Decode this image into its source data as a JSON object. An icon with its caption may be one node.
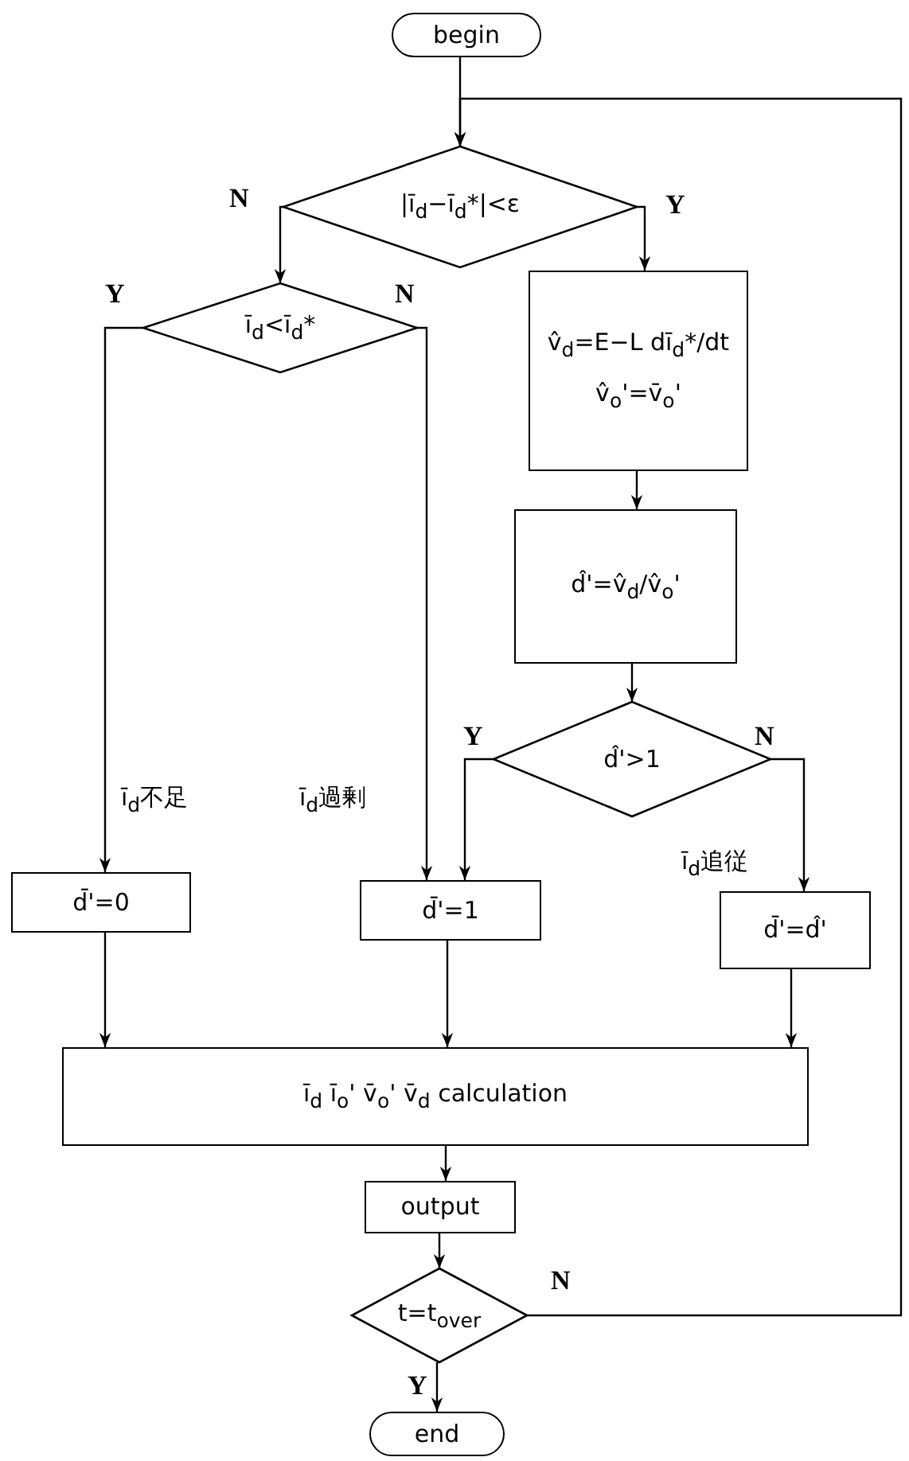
{
  "diagram": {
    "nodes": [
      {
        "text": [
          "begin"
        ]
      },
      {
        "text": [
          "|ī$_{d}$−ī$_{d}$*|<ε"
        ]
      },
      {
        "text": [
          "ī$_{d}$<ī$_{d}$*"
        ]
      },
      {
        "text": [
          "v̂$_{d}$=E−L dī$_{d}$*/dt",
          "v̂$_{o}$'=v̄$_{o}$'"
        ]
      },
      {
        "text": [
          "d̂'=v̂$_{d}$/v̂$_{o}$'"
        ]
      },
      {
        "text": [
          "d̂'>1"
        ]
      },
      {
        "text": [
          "d̄'=0"
        ]
      },
      {
        "text": [
          "d̄'=1"
        ]
      },
      {
        "text": [
          "d̄'=d̂'"
        ]
      },
      {
        "text": [
          "ī$_{d}$ ī$_{o}$' v̄$_{o}$' v̄$_{d}$ calculation"
        ]
      },
      {
        "text": [
          "output"
        ]
      },
      {
        "text": [
          "t=t$_{over}$"
        ]
      },
      {
        "text": [
          "end"
        ]
      }
    ],
    "edges": [
      {
        "from": 0,
        "to": 1,
        "arrow": "to"
      },
      {
        "from": 1,
        "to": 2,
        "arrow": "to",
        "label": "N"
      },
      {
        "from": 1,
        "to": 3,
        "arrow": "to",
        "label": "Y"
      },
      {
        "from": 2,
        "to": 6,
        "arrow": "to",
        "label": "Y"
      },
      {
        "from": 2,
        "to": 7,
        "arrow": "to",
        "label": "N"
      },
      {
        "from": 3,
        "to": 4,
        "arrow": "to"
      },
      {
        "from": 4,
        "to": 5,
        "arrow": "to"
      },
      {
        "from": 5,
        "to": 7,
        "arrow": "to",
        "label": "Y"
      },
      {
        "from": 5,
        "to": 8,
        "arrow": "to",
        "label": "N"
      },
      {
        "from": 6,
        "to": 9,
        "arrow": "to"
      },
      {
        "from": 7,
        "to": 9,
        "arrow": "to"
      },
      {
        "from": 8,
        "to": 9,
        "arrow": "to"
      },
      {
        "from": 9,
        "to": 10,
        "arrow": "to"
      },
      {
        "from": 10,
        "to": 11,
        "arrow": "to"
      },
      {
        "from": 11,
        "to": 12,
        "arrow": "to",
        "label": "Y"
      },
      {
        "from": 11,
        "to": 1,
        "arrow": "to",
        "label": "N"
      }
    ],
    "labels": [
      "ī$_{d}$不足",
      "ī$_{d}$過剰",
      "ī$_{d}$追従"
    ]
  }
}
